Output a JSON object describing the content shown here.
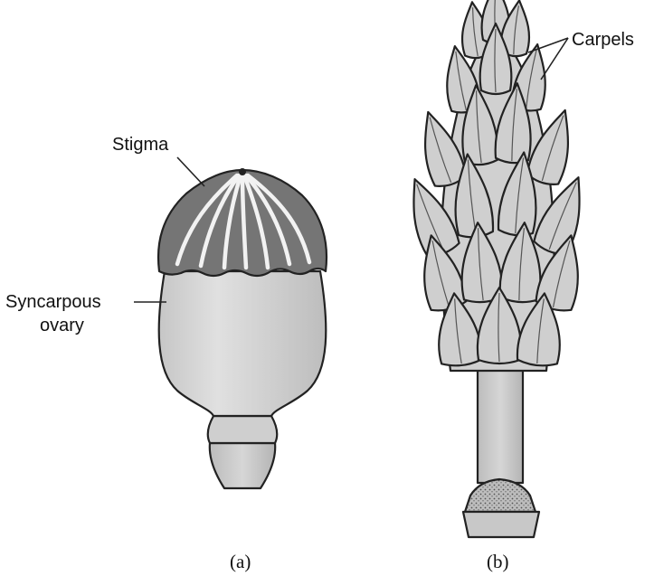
{
  "figure_a": {
    "labels": {
      "stigma": "Stigma",
      "ovary_line1": "Syncarpous",
      "ovary_line2": "ovary"
    },
    "caption": "(a)"
  },
  "figure_b": {
    "labels": {
      "carpels": "Carpels"
    },
    "caption": "(b)"
  },
  "colors": {
    "fill_light": "#d2d2d2",
    "fill_dark": "#737373",
    "outline": "#222222",
    "carpel_fill": "#cfcfcf"
  }
}
